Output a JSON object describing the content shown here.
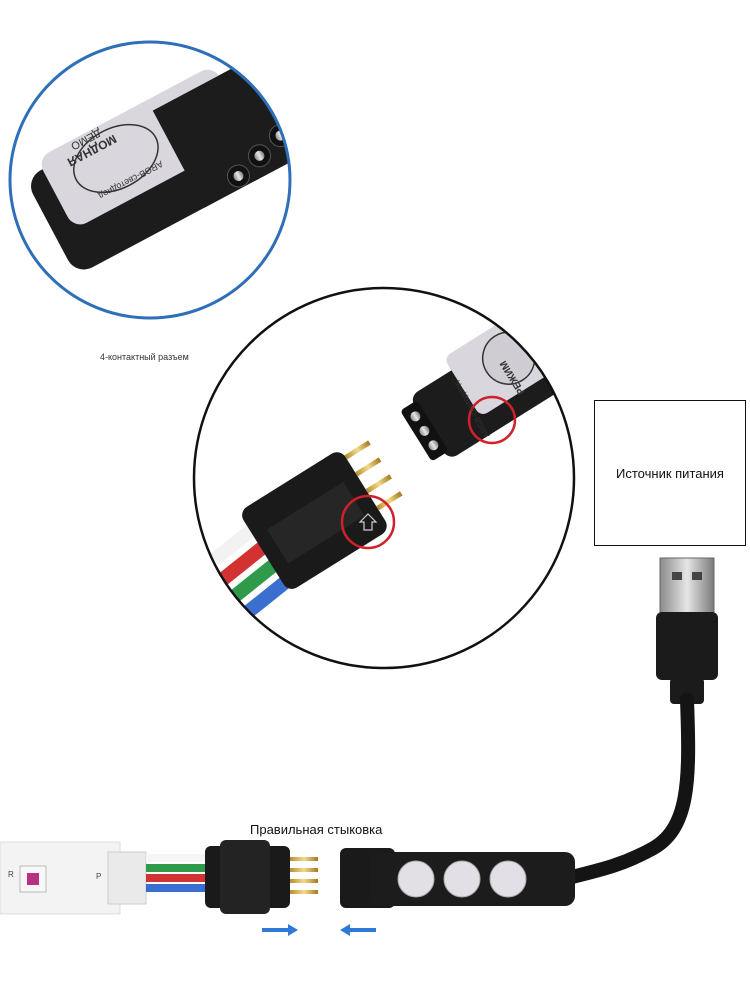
{
  "labels": {
    "four_pin_connector": "4-контактный разъем",
    "power_source": "Источник питания",
    "correct_docking": "Правильная стыковка"
  },
  "controller": {
    "top_button": "МОДНАЯ",
    "top_button_sub": "ДЕМО",
    "rgb_label": "ARGB-светодиод",
    "mode_button": "РЕЖИМ"
  },
  "strip": {
    "mark_r": "R",
    "mark_p": "P"
  },
  "colors": {
    "circle_outline_blue": "#2e6fb8",
    "highlight_red": "#d0202a",
    "arrow_blue": "#2f7ad8",
    "wire_red": "#d23232",
    "wire_green": "#2f9a4a",
    "wire_blue": "#3a6fd0"
  },
  "icons": [
    "usb-plug-icon",
    "arrow-right-icon",
    "arrow-left-icon",
    "connector-arrow-icon"
  ]
}
